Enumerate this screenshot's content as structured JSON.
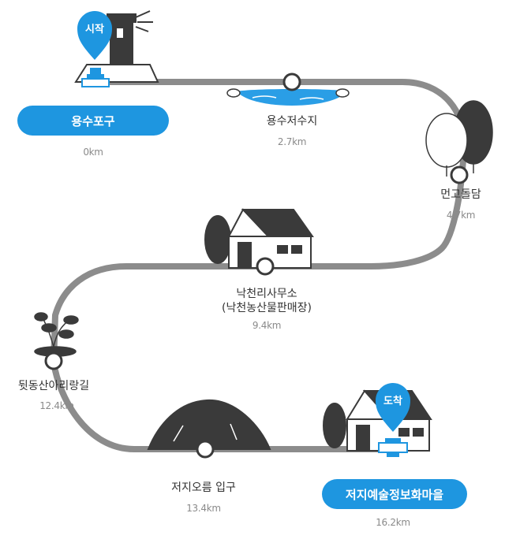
{
  "route": {
    "stops": [
      {
        "id": "s1",
        "name": "용수포구",
        "distance": "0km"
      },
      {
        "id": "s2",
        "name": "용수저수지",
        "distance": "2.7km"
      },
      {
        "id": "s3",
        "name": "먼고돌담",
        "distance": "4.7km"
      },
      {
        "id": "s4",
        "name": "낙천리사무소",
        "name2": "(낙천농산물판매장)",
        "distance": "9.4km"
      },
      {
        "id": "s5",
        "name": "뒷동산아리랑길",
        "distance": "12.4km"
      },
      {
        "id": "s6",
        "name": "저지오름 입구",
        "distance": "13.4km"
      },
      {
        "id": "s7",
        "name": "저지예술정보화마을",
        "distance": "16.2km"
      }
    ],
    "start_badge": "시작",
    "end_badge": "도착"
  },
  "colors": {
    "accent": "#1e96e0",
    "path": "#8c8c8c",
    "ink": "#3a3a3a"
  }
}
